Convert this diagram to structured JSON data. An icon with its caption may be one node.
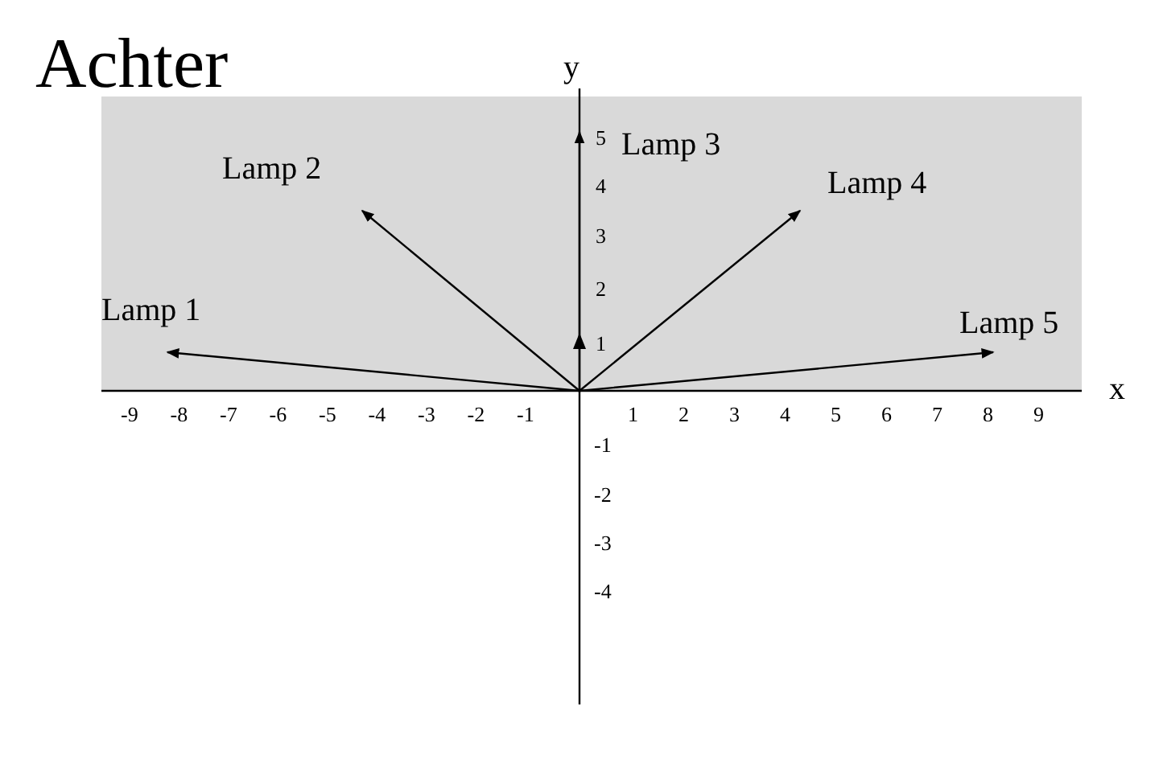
{
  "diagram": {
    "title": "Achter",
    "nodes": [
      {
        "text": [
          "Lamp 1"
        ]
      },
      {
        "text": [
          "Lamp 2"
        ]
      },
      {
        "text": [
          "Lamp 3"
        ]
      },
      {
        "text": [
          "Lamp 4"
        ]
      },
      {
        "text": [
          "Lamp 5"
        ]
      }
    ],
    "edges": [
      {
        "from": null,
        "to": 0,
        "arrow": "to"
      },
      {
        "from": null,
        "to": 1,
        "arrow": "to"
      },
      {
        "from": null,
        "to": 2,
        "arrow": "to"
      },
      {
        "from": null,
        "to": 3,
        "arrow": "to"
      },
      {
        "from": null,
        "to": 4,
        "arrow": "to"
      }
    ],
    "labels": [
      "y",
      "5",
      "4",
      "3",
      "2",
      "1",
      "x",
      "-9",
      "-8",
      "-7",
      "-6",
      "-5",
      "-4",
      "-3",
      "-2",
      "-1",
      "1",
      "2",
      "3",
      "4",
      "5",
      "6",
      "7",
      "8",
      "9",
      "-1",
      "-2",
      "-3",
      "-4"
    ]
  }
}
